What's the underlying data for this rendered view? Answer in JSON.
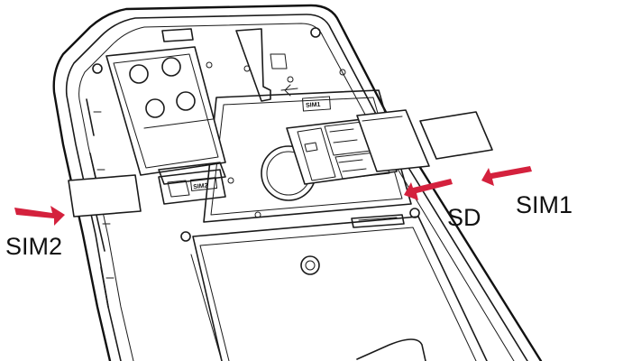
{
  "labels": {
    "sim1": "SIM1",
    "sd": "SD",
    "sim2": "SIM2"
  },
  "slot_marks": {
    "sim1_slot": "SIM1",
    "sim2_slot": "SIM2"
  },
  "colors": {
    "arrow": "#d4213d",
    "line": "#1a1a1a",
    "background": "#ffffff"
  },
  "icons": {
    "arrow_sim1": "insert-arrow-icon",
    "arrow_sd": "insert-arrow-icon",
    "arrow_sim2": "insert-arrow-icon"
  }
}
